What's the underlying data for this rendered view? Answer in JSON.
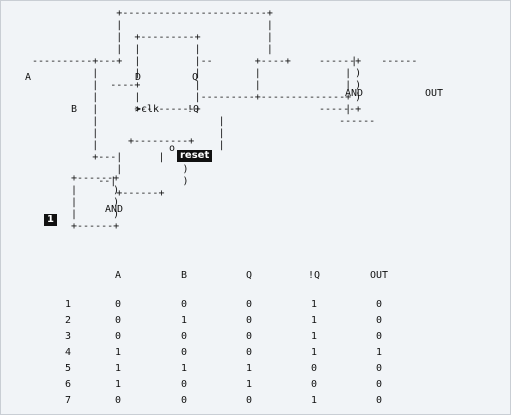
{
  "diagram": {
    "inputs": {
      "a": "A",
      "b": "B"
    },
    "flipflop": {
      "d": "D",
      "clk": ">clk",
      "q": "Q",
      "qbar": "!Q"
    },
    "gates": {
      "and_top": "AND",
      "and_bottom": "AND"
    },
    "output": "OUT",
    "reset_tag": "reset",
    "constant_tag": "1",
    "reset_pin": "o"
  },
  "truth_table": {
    "headers": [
      "",
      "A",
      "B",
      "Q",
      "!Q",
      "OUT"
    ],
    "rows": [
      [
        "1",
        "0",
        "0",
        "0",
        "1",
        "0"
      ],
      [
        "2",
        "0",
        "1",
        "0",
        "1",
        "0"
      ],
      [
        "3",
        "0",
        "0",
        "0",
        "1",
        "0"
      ],
      [
        "4",
        "1",
        "0",
        "0",
        "1",
        "1"
      ],
      [
        "5",
        "1",
        "1",
        "1",
        "0",
        "0"
      ],
      [
        "6",
        "1",
        "0",
        "1",
        "0",
        "0"
      ],
      [
        "7",
        "0",
        "0",
        "0",
        "1",
        "0"
      ]
    ]
  }
}
